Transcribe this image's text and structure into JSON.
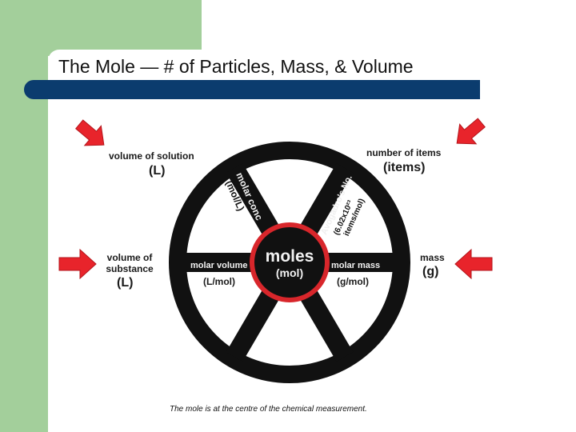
{
  "slide": {
    "title": "The Mole — # of Particles, Mass, & Volume",
    "caption": "The mole is at the centre of the chemical measurement."
  },
  "wheel": {
    "hub": {
      "main": "moles",
      "unit": "(mol)"
    },
    "spokes": {
      "left": {
        "name": "molar volume",
        "unit": "(L/mol)"
      },
      "right": {
        "name": "molar mass",
        "unit": "(g/mol)"
      },
      "upper_left": {
        "name": "molar conc",
        "unit": "(mol/L)"
      },
      "upper_right": {
        "name": "Avogadro's No.",
        "unit_a": "(6.02x10²³",
        "unit_b": "items/mol)"
      }
    },
    "outer": {
      "top_left": {
        "line1": "volume of solution",
        "unit": "(L)"
      },
      "top_right": {
        "line1": "number of items",
        "unit": "(items)"
      },
      "left": {
        "line1": "volume of",
        "line2": "substance",
        "unit": "(L)"
      },
      "right": {
        "line1": "mass",
        "unit": "(g)"
      }
    }
  },
  "colors": {
    "accent": "#0b3c6e",
    "green": "#a3cf9b",
    "arrow": "#e8242b",
    "hub_ring": "#d8262b",
    "wheel": "#111111"
  }
}
